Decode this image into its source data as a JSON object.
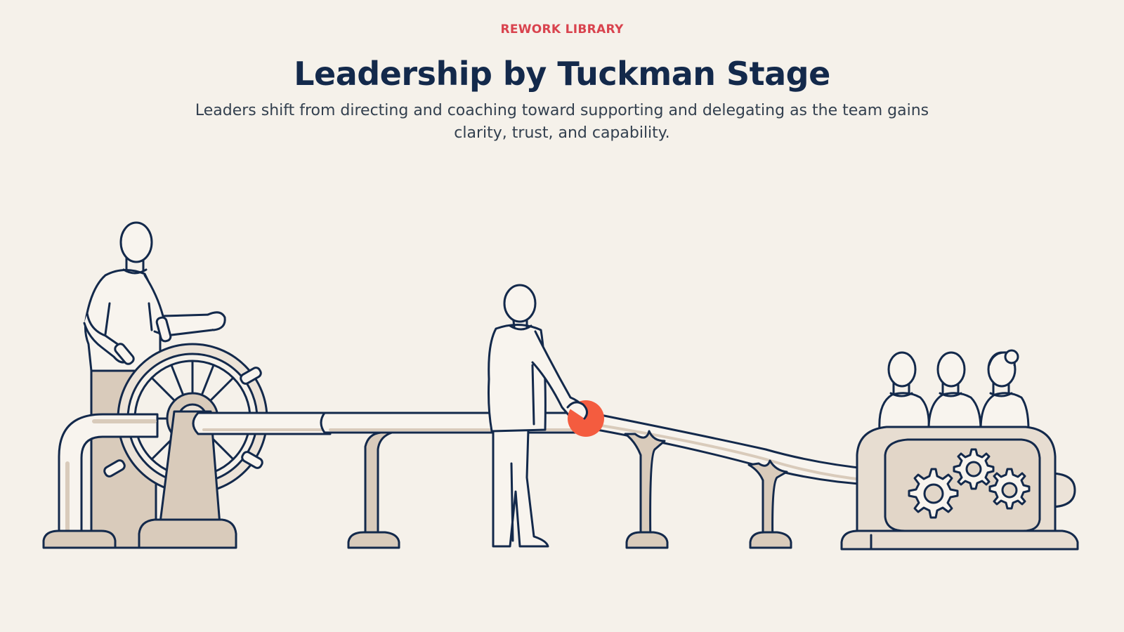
{
  "header": {
    "eyebrow": "REWORK LIBRARY",
    "title": "Leadership by Tuckman Stage",
    "subtitle": "Leaders shift from directing and coaching toward supporting and delegating as the team gains clarity, trust, and capability."
  },
  "illustration": {
    "icons": [
      "leader-figure-icon",
      "ships-wheel-icon",
      "shaft-pipe-icon",
      "coach-figure-icon",
      "handoff-point-icon",
      "team-members-icon",
      "gear-machine-icon"
    ],
    "colors": {
      "background": "#f5f1ea",
      "outline": "#13294b",
      "fill_light": "#f8f4ee",
      "fill_tan": "#d9cbbb",
      "accent": "#f45c3f",
      "eyebrow": "#d9434e"
    }
  }
}
